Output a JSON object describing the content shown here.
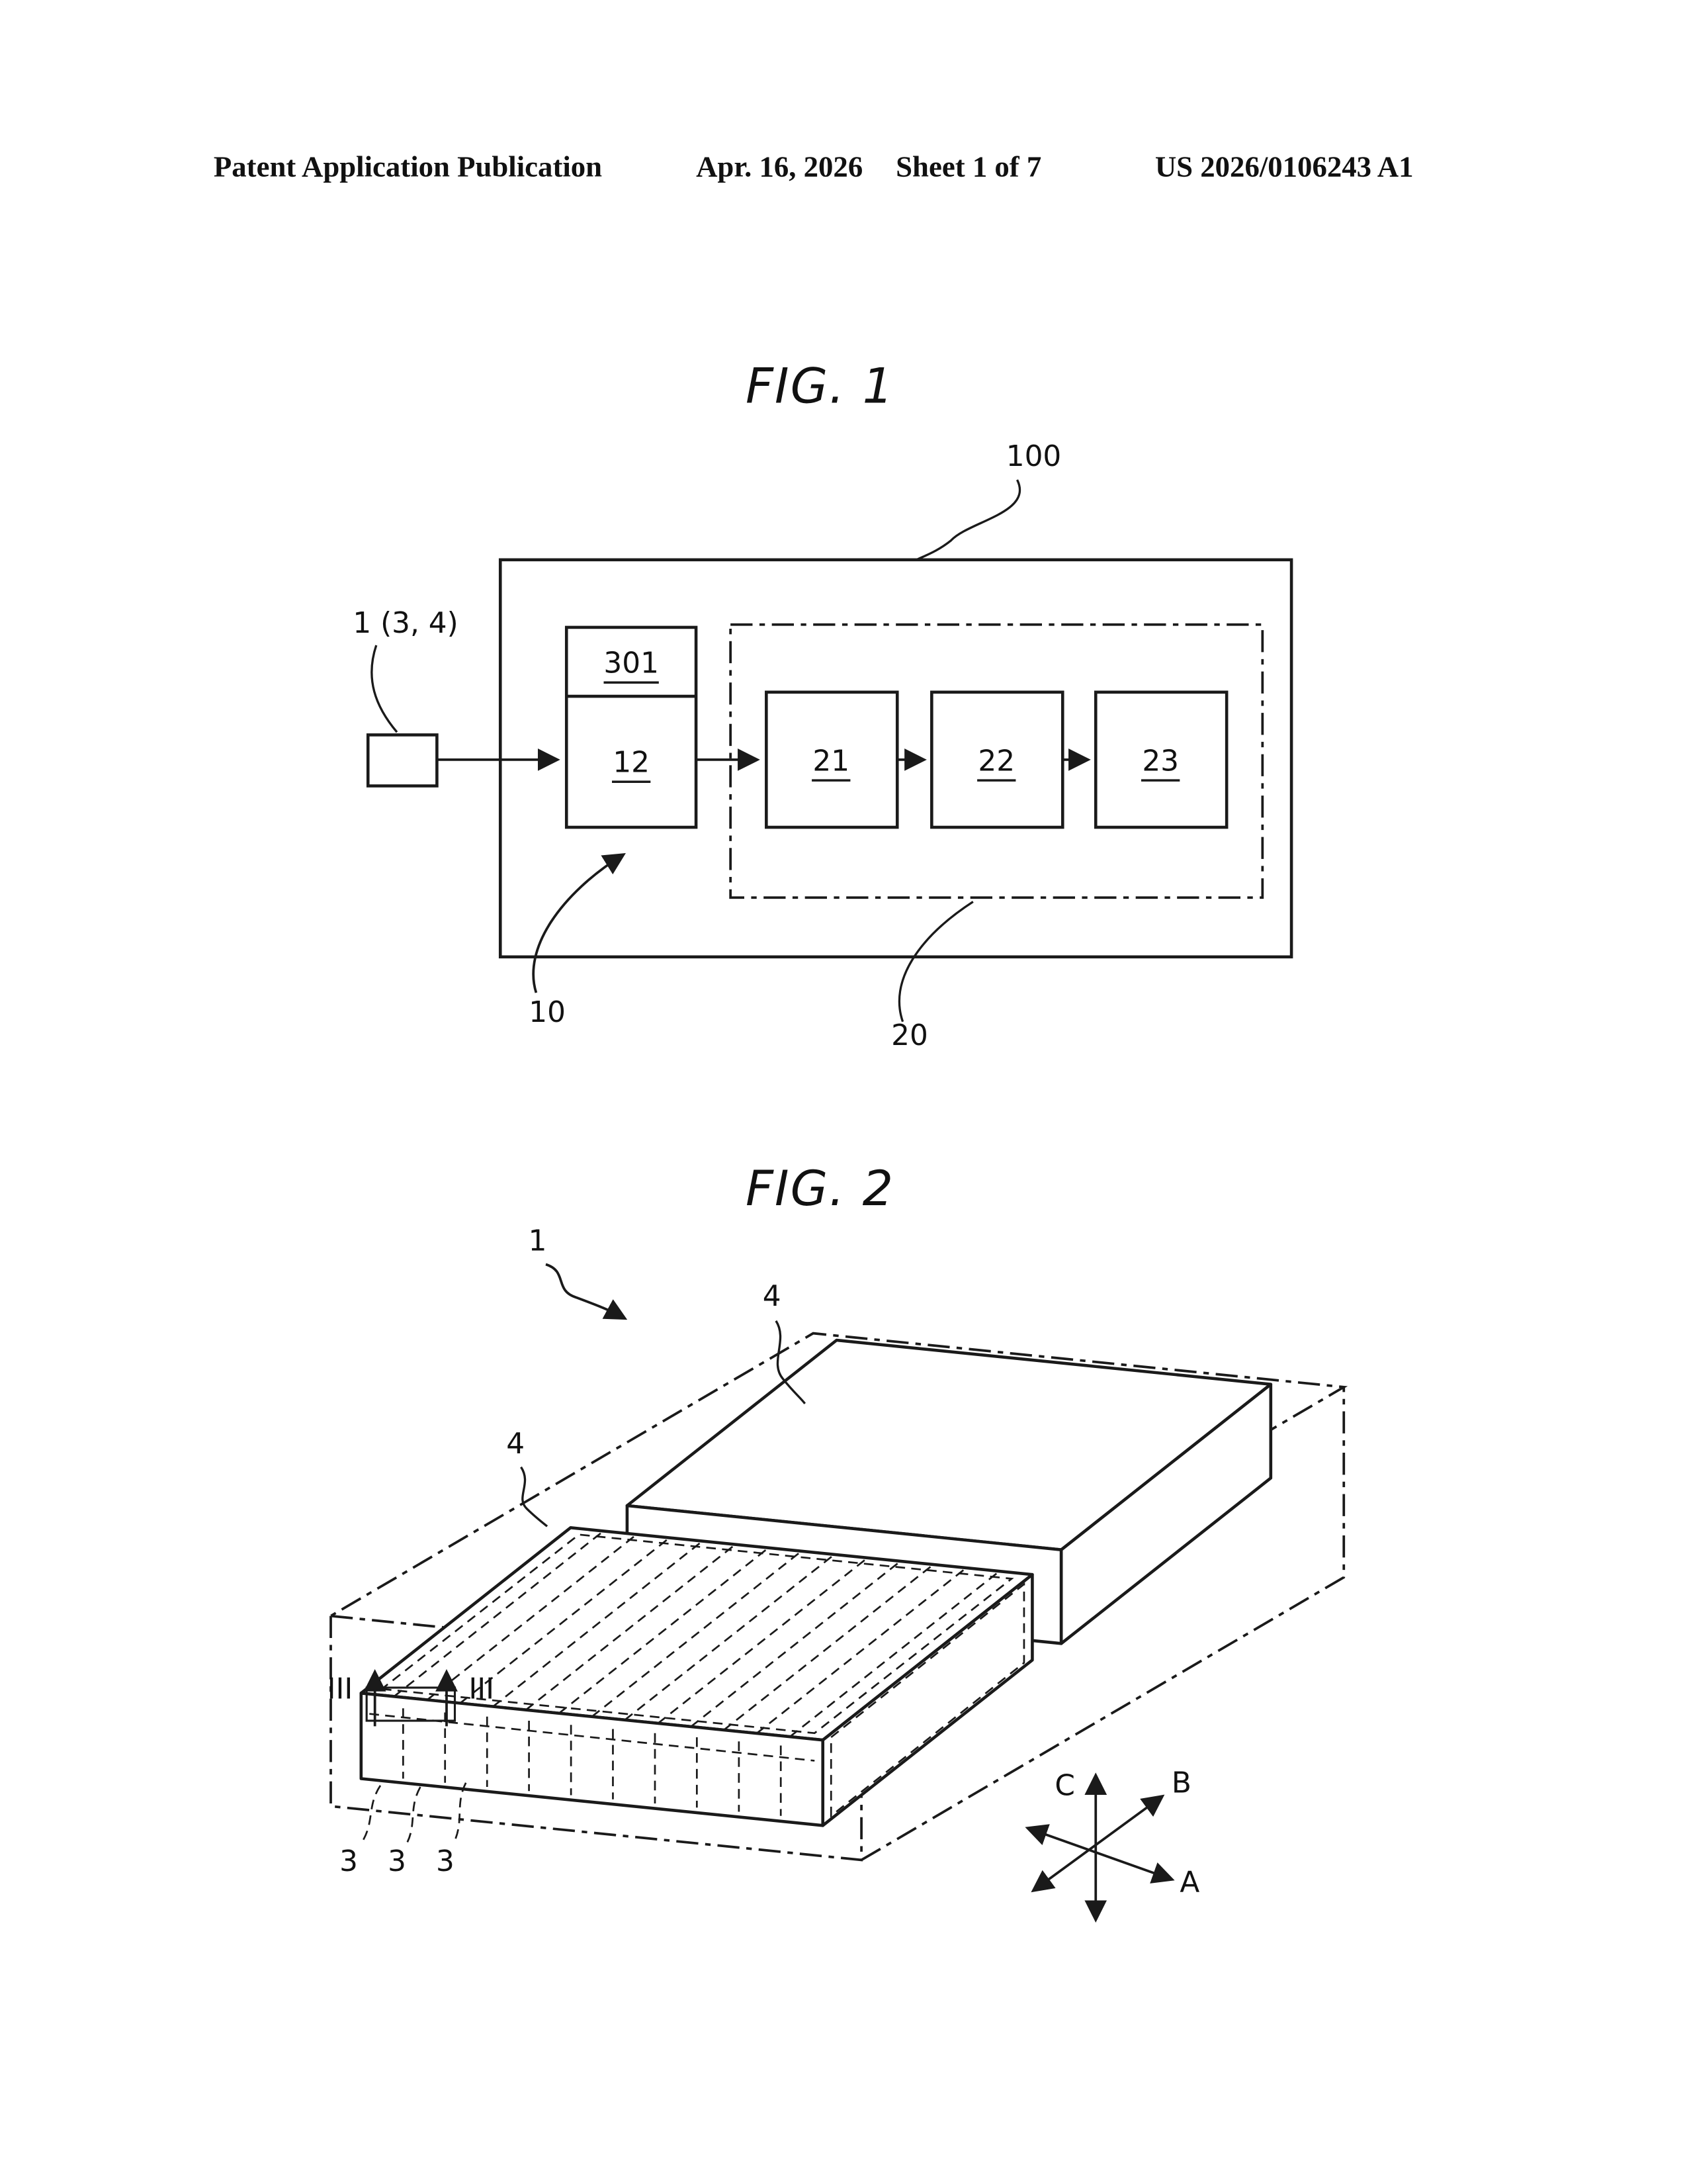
{
  "header": {
    "publication": "Patent Application Publication",
    "date": "Apr. 16, 2026",
    "sheet": "Sheet 1 of 7",
    "doc_number": "US 2026/0106243 A1"
  },
  "fig1": {
    "title": "FIG. 1",
    "ref_system": "100",
    "ref_input": "1 (3, 4)",
    "ref_block_301": "301",
    "ref_block_12": "12",
    "ref_block_21": "21",
    "ref_block_22": "22",
    "ref_block_23": "23",
    "ref_unit_10": "10",
    "ref_unit_20": "20"
  },
  "fig2": {
    "title": "FIG. 2",
    "ref_assembly": "1",
    "ref_lid_rear": "4",
    "ref_lid_front": "4",
    "ref_cells": [
      "3",
      "3",
      "3"
    ],
    "section_label_left": "III",
    "section_label_right": "III",
    "axes": {
      "a": "A",
      "b": "B",
      "c": "C"
    }
  }
}
